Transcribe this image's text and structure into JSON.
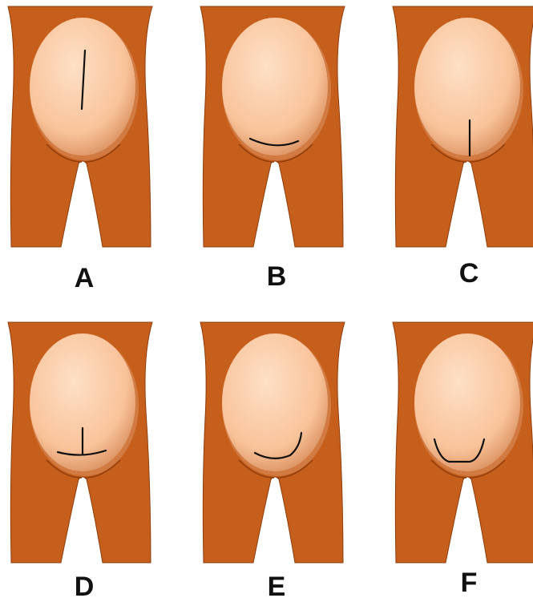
{
  "colors": {
    "body": "#c65e1c",
    "body_dark": "#8f3d0c",
    "belly": "#f9c39a",
    "belly_highlight": "#fde0c6",
    "belly_shadow": "#d98f5e",
    "incision": "#111111",
    "background": "#ffffff"
  },
  "panels": [
    {
      "label": "A",
      "incision": "vertical-midline-full"
    },
    {
      "label": "B",
      "incision": "low-transverse-curve"
    },
    {
      "label": "C",
      "incision": "low-vertical-midline"
    },
    {
      "label": "D",
      "incision": "inverted-t"
    },
    {
      "label": "E",
      "incision": "j-shaped"
    },
    {
      "label": "F",
      "incision": "u-shaped"
    }
  ]
}
